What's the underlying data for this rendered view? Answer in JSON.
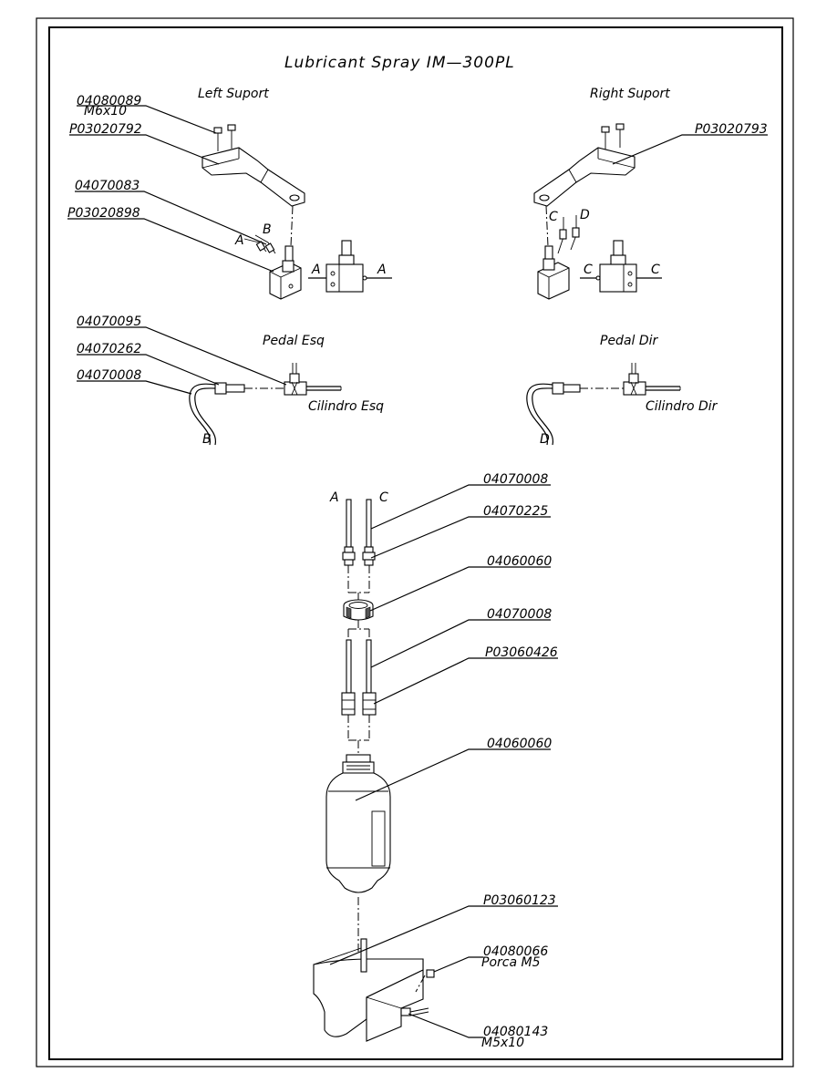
{
  "title": "Lubricant Spray IM—300PL",
  "sections": {
    "left_support": "Left Suport",
    "right_support": "Right Suport",
    "pedal_esq": "Pedal Esq",
    "pedal_dir": "Pedal Dir",
    "cilindro_esq": "Cilindro Esq",
    "cilindro_dir": "Cilindro Dir"
  },
  "parts": {
    "screw_left_code": "04080089",
    "screw_left_size": "M6x10",
    "left_bracket": "P03020792",
    "right_bracket": "P03020793",
    "valve_fitting": "04070083",
    "valve_block": "P03020898",
    "tee": "04070095",
    "connector": "04070262",
    "tube_pedal": "04070008",
    "tube_top": "04070008",
    "fitting_top": "04070225",
    "cap": "04060060",
    "tube_mid": "04070008",
    "filter": "P03060426",
    "bottle": "04060060",
    "holder": "P03060123",
    "nut_code": "04080066",
    "nut_name": "Porca M5",
    "bolt_code": "04080143",
    "bolt_size": "M5x10"
  },
  "letters": {
    "a": "A",
    "b": "B",
    "c": "C",
    "d": "D"
  }
}
